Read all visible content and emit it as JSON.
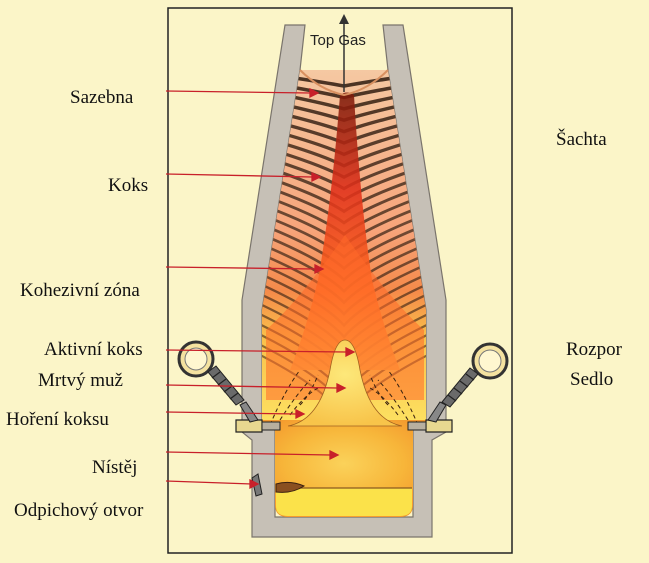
{
  "top_gas": "Top Gas",
  "labels": {
    "sazebna": "Sazebna",
    "koks": "Koks",
    "kohezivni_zona": "Kohezivní zóna",
    "aktivni_koks": "Aktivní koks",
    "mrtvy_muz": "Mrtvý muž",
    "horeni_koksu": "Hoření koksu",
    "nistej": "Nístěj",
    "odpichovy_otvor": "Odpichový otvor",
    "sachta": "Šachta",
    "rozpor": "Rozpor",
    "sedlo": "Sedlo"
  },
  "colors": {
    "background": "#fbf5c8",
    "wall": "#c6c0b6",
    "coke_layer": "#3a2416",
    "flame": "#ff5a1e",
    "melt_yellow": "#fde262",
    "pointer": "#c8202a"
  }
}
